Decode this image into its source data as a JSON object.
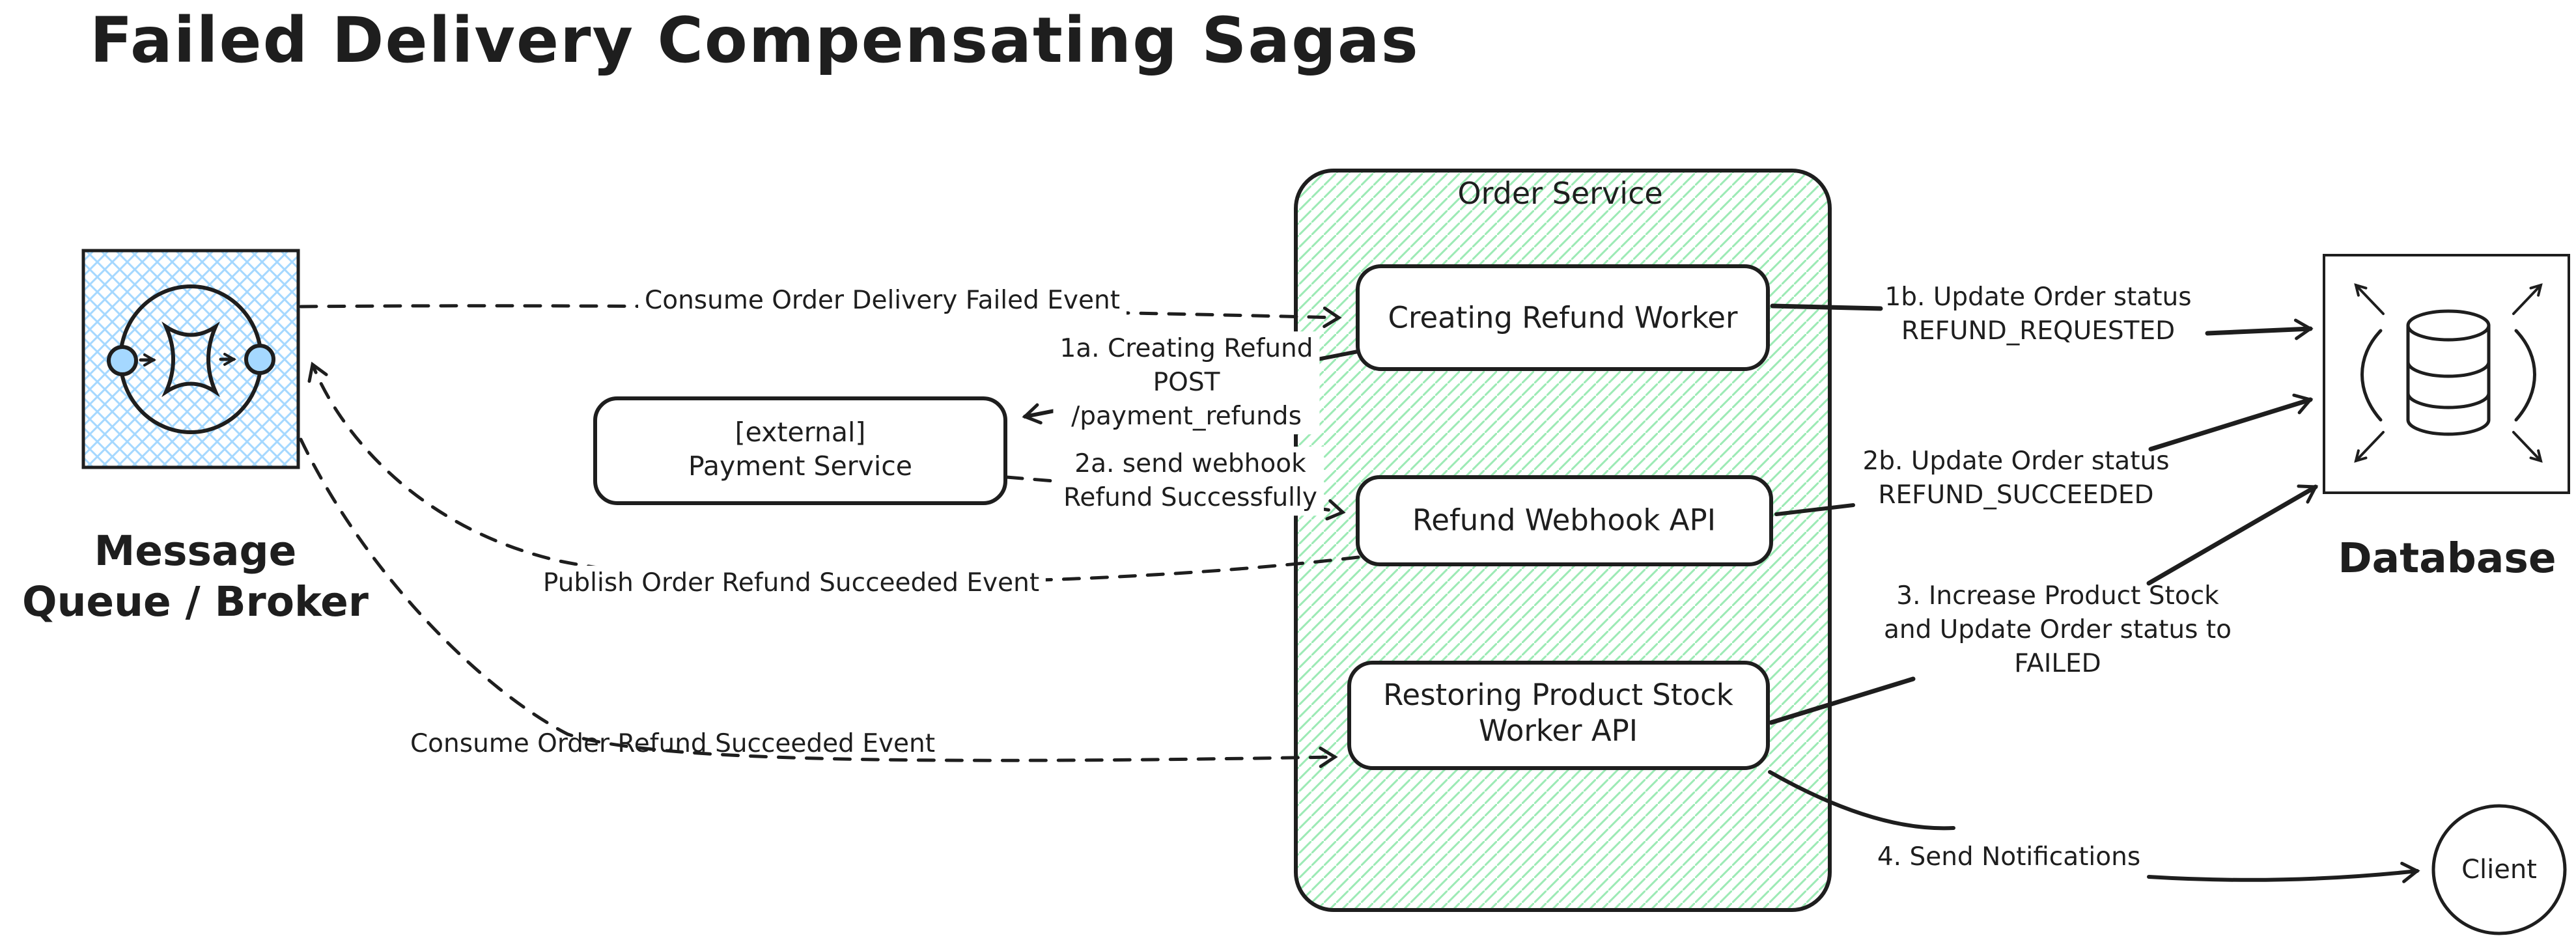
{
  "title": "Failed Delivery Compensating Sagas",
  "colors": {
    "stroke": "#1e1e1e",
    "blue_hatch": "#a5d8ff",
    "green_hatch": "#9ceab5",
    "node_fill": "#ffffff"
  },
  "nodes": {
    "message_queue": {
      "lines": [
        "Message",
        "Queue / Broker"
      ]
    },
    "order_service": {
      "label": "Order Service"
    },
    "creating_refund_worker": {
      "label": "Creating Refund Worker"
    },
    "refund_webhook_api": {
      "label": "Refund Webhook API"
    },
    "restoring_worker": {
      "lines": [
        "Restoring Product Stock",
        "Worker API"
      ]
    },
    "payment_service": {
      "lines": [
        "[external]",
        "Payment Service"
      ]
    },
    "database": {
      "label": "Database"
    },
    "client": {
      "label": "Client"
    }
  },
  "edges": {
    "consume_delivery_failed": {
      "label": "Consume Order Delivery Failed Event"
    },
    "refund_post": {
      "lines": [
        "1a. Creating Refund",
        "POST",
        "/payment_refunds"
      ]
    },
    "update_refund_requested": {
      "lines": [
        "1b. Update Order status",
        "REFUND_REQUESTED"
      ]
    },
    "send_webhook": {
      "lines": [
        "2a. send webhook",
        "Refund Successfully"
      ]
    },
    "update_refund_succeeded": {
      "lines": [
        "2b. Update Order status",
        "REFUND_SUCCEEDED"
      ]
    },
    "publish_refund_succeeded": {
      "label": "Publish Order Refund Succeeded Event"
    },
    "consume_refund_succeeded": {
      "label": "Consume Order Refund Succeeded Event"
    },
    "increase_stock": {
      "lines": [
        "3. Increase Product Stock",
        "and Update Order status to",
        "FAILED"
      ]
    },
    "send_notifications": {
      "label": "4. Send Notifications"
    }
  }
}
